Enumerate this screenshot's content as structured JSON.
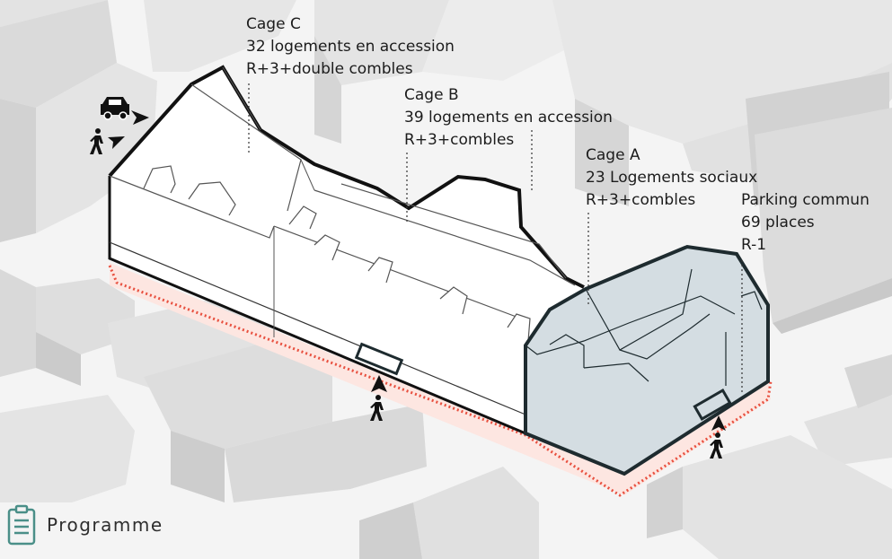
{
  "labels": {
    "cage_c": {
      "name": "Cage C",
      "units": "32 logements en accession",
      "height": "R+3+double combles"
    },
    "cage_b": {
      "name": "Cage B",
      "units": "39 logements en accession",
      "height": "R+3+combles"
    },
    "cage_a": {
      "name": "Cage A",
      "units": "23 Logements sociaux",
      "height": "R+3+combles"
    },
    "parking": {
      "name": "Parking commun",
      "units": "69 places",
      "level": "R-1"
    }
  },
  "legend": {
    "title": "Programme",
    "icon": "clipboard-icon"
  },
  "icons": [
    "car-icon",
    "pedestrian-icon",
    "arrow-icon",
    "clipboard-icon"
  ],
  "colors": {
    "background": "#f4f4f4",
    "context_building_top": "#e9e9e9",
    "context_building_side": "#d6d6d6",
    "project_building": "#ffffff",
    "cage_a_fill": "#d4dde2",
    "outline": "#111111",
    "cage_a_outline": "#1e2b2f",
    "site_border": "#e8503f",
    "site_ground": "#fde6e1",
    "legend_icon": "#4a8f88"
  }
}
